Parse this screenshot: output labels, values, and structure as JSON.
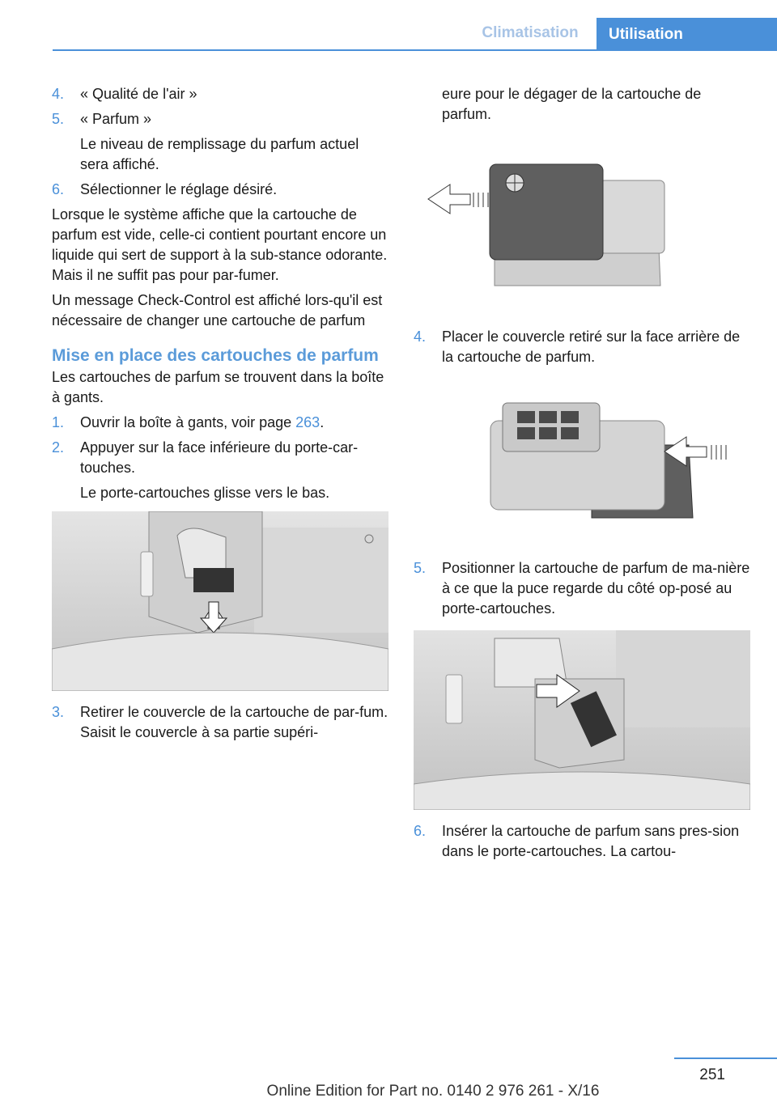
{
  "header": {
    "section": "Climatisation",
    "tab": "Utilisation"
  },
  "left": {
    "items_top": [
      {
        "num": "4.",
        "text": "« Qualité de l'air »"
      },
      {
        "num": "5.",
        "text": "« Parfum »"
      }
    ],
    "item5_sub": "Le niveau de remplissage du parfum actuel sera affiché.",
    "item6": {
      "num": "6.",
      "text": "Sélectionner le réglage désiré."
    },
    "para1": "Lorsque le système affiche que la cartouche de parfum est vide, celle-ci contient pourtant encore un liquide qui sert de support à la sub-stance odorante. Mais il ne suffit pas pour par-fumer.",
    "para2": "Un message Check-Control est affiché lors-qu'il est nécessaire de changer une cartouche de parfum",
    "heading": "Mise en place des cartouches de parfum",
    "para3": "Les cartouches de parfum se trouvent dans la boîte à gants.",
    "step1": {
      "num": "1.",
      "text": "Ouvrir la boîte à gants, voir page ",
      "link": "263",
      "after": "."
    },
    "step2": {
      "num": "2.",
      "text": "Appuyer sur la face inférieure du porte-car-touches."
    },
    "step2_sub": "Le porte-cartouches glisse vers le bas.",
    "step3": {
      "num": "3.",
      "text": "Retirer le couvercle de la cartouche de par-fum. Saisit le couvercle à sa partie supéri-"
    }
  },
  "right": {
    "cont": "eure pour le dégager de la cartouche de parfum.",
    "step4": {
      "num": "4.",
      "text": "Placer le couvercle retiré sur la face arrière de la cartouche de parfum."
    },
    "step5": {
      "num": "5.",
      "text": "Positionner la cartouche de parfum de ma-nière à ce que la puce regarde du côté op-posé au porte-cartouches."
    },
    "step6": {
      "num": "6.",
      "text": "Insérer la cartouche de parfum sans pres-sion dans le porte-cartouches. La cartou-"
    }
  },
  "footer": {
    "page": "251",
    "edition": "Online Edition for Part no. 0140 2 976 261 - X/16"
  }
}
